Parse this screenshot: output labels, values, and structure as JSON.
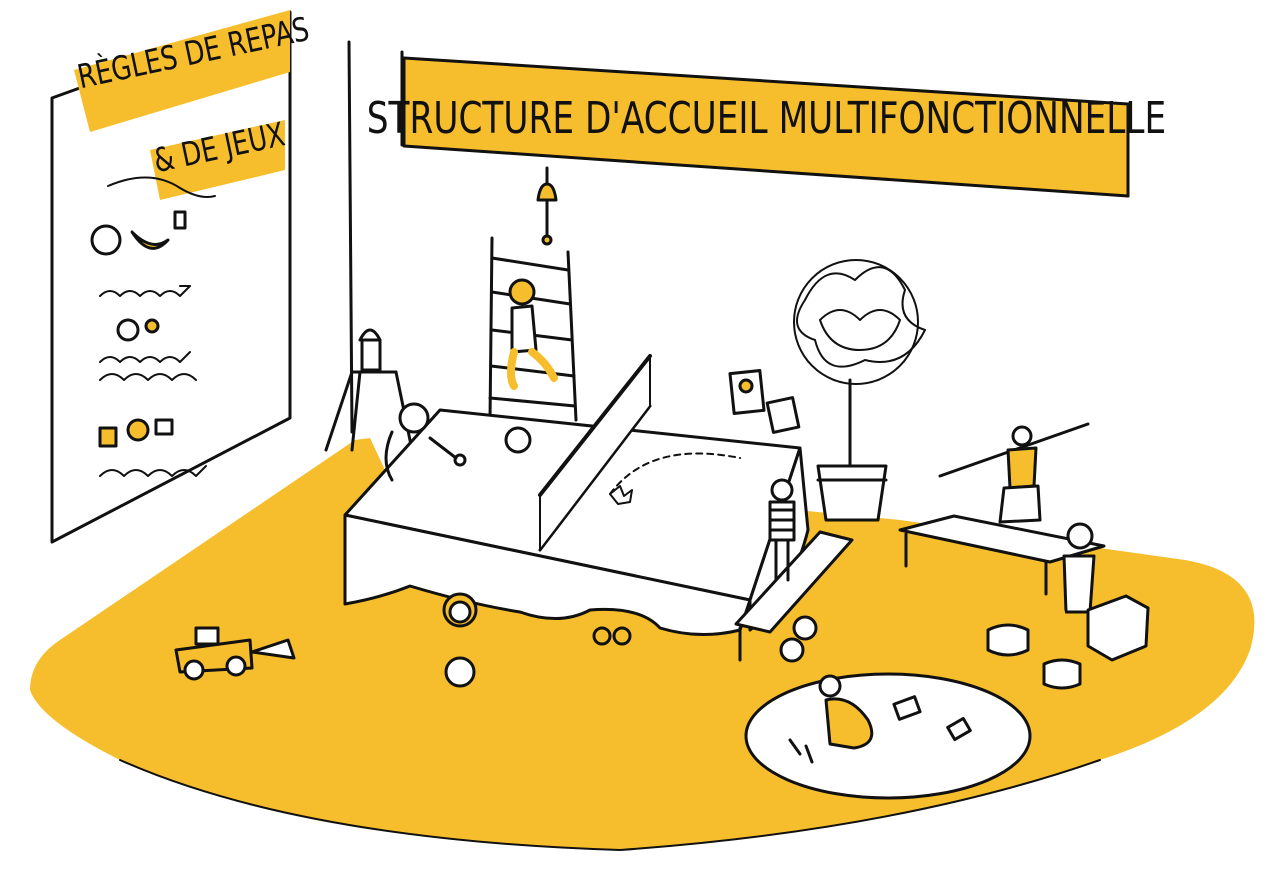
{
  "banner": {
    "title": "STRUCTURE D'ACCUEIL MULTIFONCTIONNELLE"
  },
  "poster": {
    "title_line1": "RÈGLES DE REPAS",
    "title_line2": "& DE JEUX"
  },
  "colors": {
    "accent": "#F6BE2C",
    "ink": "#111111",
    "paper": "#FFFFFF"
  }
}
